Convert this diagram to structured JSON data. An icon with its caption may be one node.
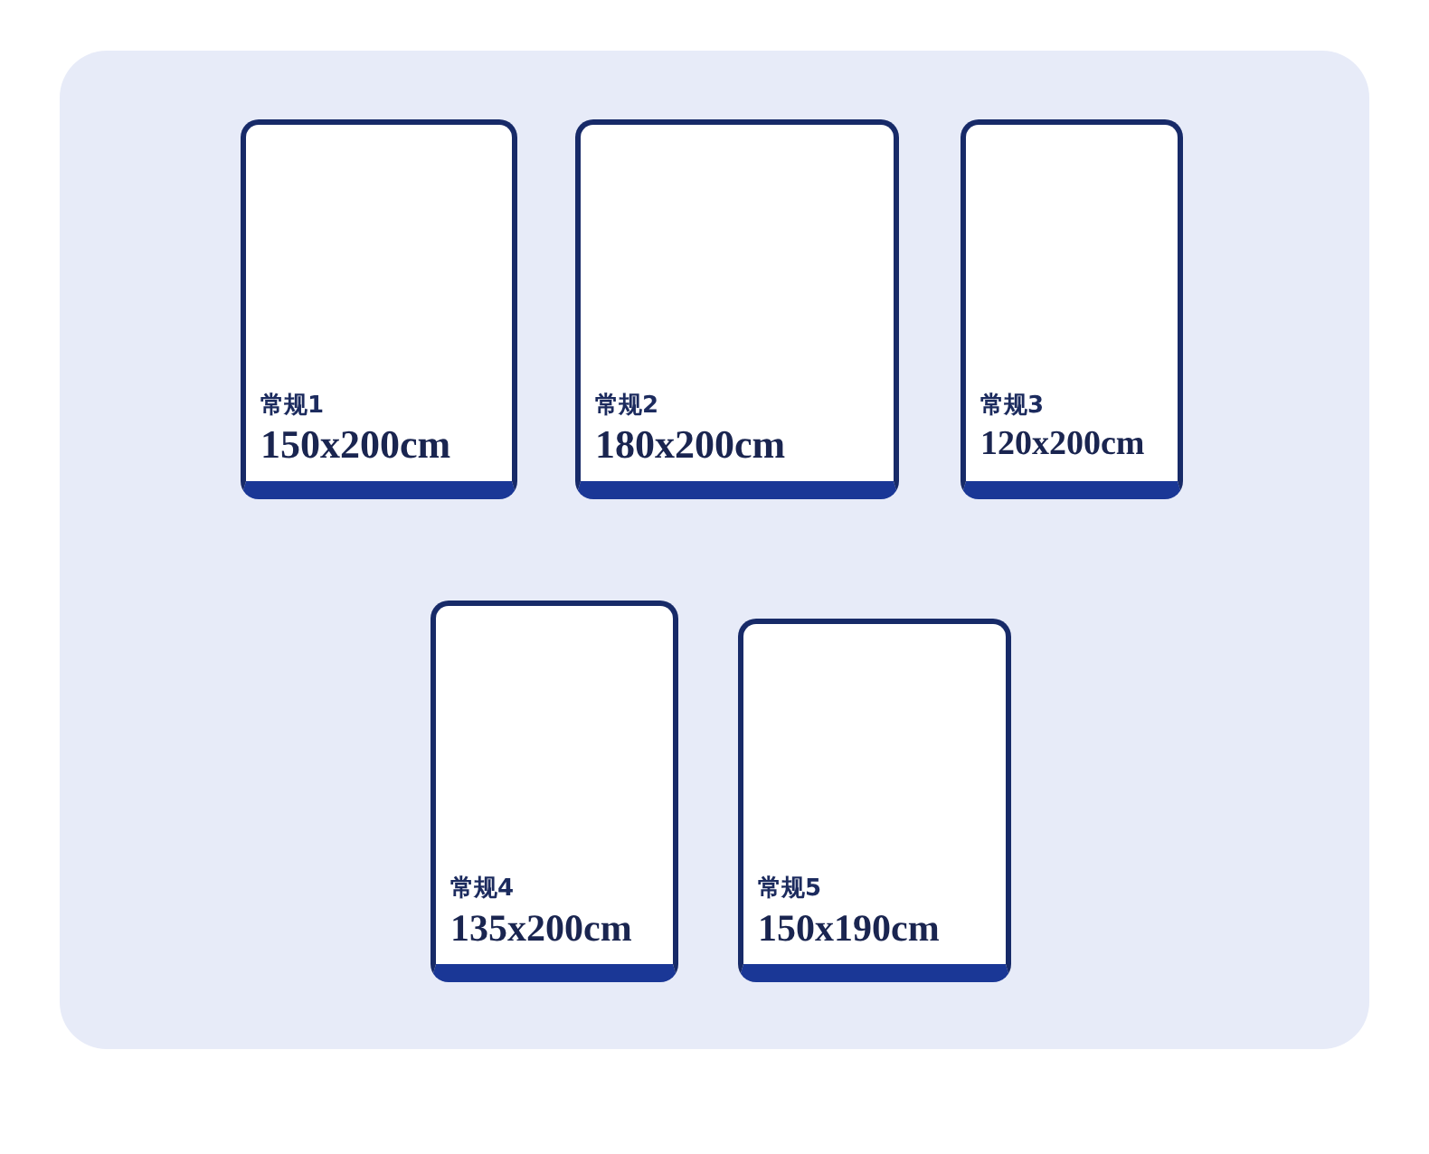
{
  "diagram": {
    "nodes": [
      {
        "text": [
          "常规1",
          "150x200cm"
        ]
      },
      {
        "text": [
          "常规2",
          "180x200cm"
        ]
      },
      {
        "text": [
          "常规3",
          "120x200cm"
        ]
      },
      {
        "text": [
          "常规4",
          "135x200cm"
        ]
      },
      {
        "text": [
          "常规5",
          "150x190cm"
        ]
      }
    ],
    "edges": []
  }
}
